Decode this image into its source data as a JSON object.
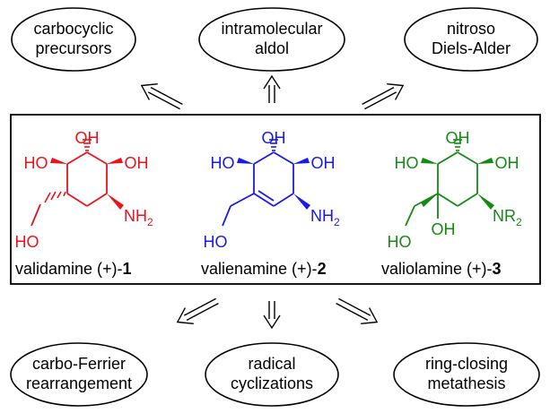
{
  "top_strategies": [
    {
      "lines": [
        "carbocyclic",
        "precursors"
      ]
    },
    {
      "lines": [
        "intramolecular",
        "aldol"
      ]
    },
    {
      "lines": [
        "nitroso",
        "Diels-Alder"
      ]
    }
  ],
  "bottom_strategies": [
    {
      "lines": [
        "carbo-Ferrier",
        "rearrangement"
      ]
    },
    {
      "lines": [
        "radical",
        "cyclizations"
      ]
    },
    {
      "lines": [
        "ring-closing",
        "metathesis"
      ]
    }
  ],
  "colors": {
    "validamine": "#e8141c",
    "valienamine": "#1a1ae6",
    "valiolamine": "#138a13",
    "ink": "#000000"
  },
  "molecules": {
    "validamine": {
      "oh_top": "OH",
      "ho_left": "HO",
      "oh_right": "OH",
      "nh": "NH",
      "nh_sub": "2",
      "ho_bottom": "HO",
      "caption_pre": "validamine (+)-",
      "caption_num": "1"
    },
    "valienamine": {
      "oh_top": "OH",
      "ho_left": "HO",
      "oh_right": "OH",
      "nh": "NH",
      "nh_sub": "2",
      "ho_bottom": "HO",
      "caption_pre": "valienamine (+)-",
      "caption_num": "2"
    },
    "valiolamine": {
      "oh_top": "OH",
      "ho_left": "HO",
      "oh_right": "OH",
      "nr": "NR",
      "nr_sub": "2",
      "oh_mid": "OH",
      "ho_bottom": "HO",
      "caption_pre": "valiolamine (+)-",
      "caption_num": "3"
    }
  }
}
